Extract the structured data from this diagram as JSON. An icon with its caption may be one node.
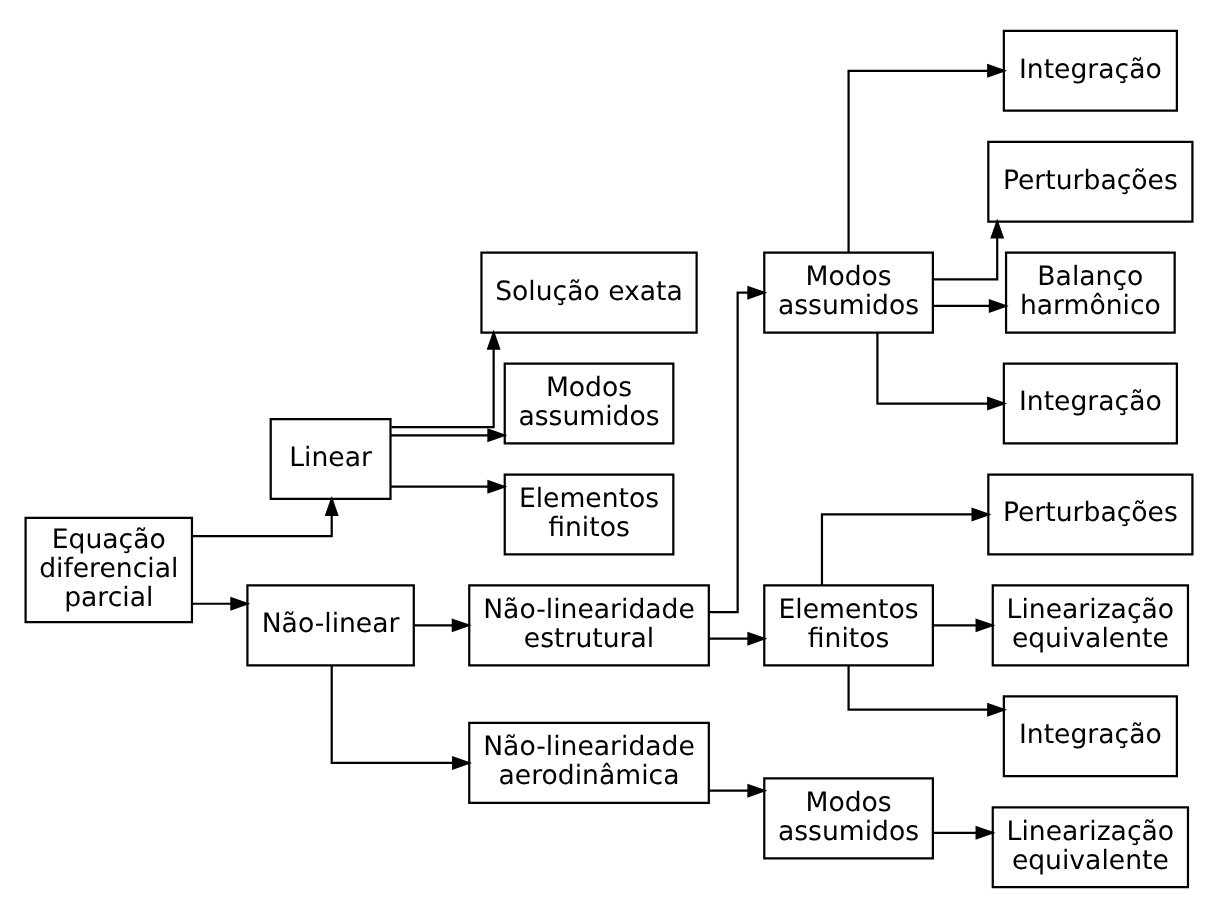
{
  "diagram": {
    "nodes": [
      {
        "text": [
          "Equação diferencial parcial"
        ]
      },
      {
        "text": [
          "Linear"
        ]
      },
      {
        "text": [
          "Não-linear"
        ]
      },
      {
        "text": [
          "Solução exata"
        ]
      },
      {
        "text": [
          "Modos assumidos"
        ]
      },
      {
        "text": [
          "Elementos finitos"
        ]
      },
      {
        "text": [
          "Não-linearidade estrutural"
        ]
      },
      {
        "text": [
          "Não-linearidade aerodinâmica"
        ]
      },
      {
        "text": [
          "Modos assumidos"
        ]
      },
      {
        "text": [
          "Elementos finitos"
        ]
      },
      {
        "text": [
          "Modos assumidos"
        ]
      },
      {
        "text": [
          "Integração"
        ]
      },
      {
        "text": [
          "Perturbações"
        ]
      },
      {
        "text": [
          "Balanço harmônico"
        ]
      },
      {
        "text": [
          "Integração"
        ]
      },
      {
        "text": [
          "Perturbações"
        ]
      },
      {
        "text": [
          "Linearização equivalente"
        ]
      },
      {
        "text": [
          "Integração"
        ]
      },
      {
        "text": [
          "Linearização equivalente"
        ]
      }
    ],
    "edges": [
      {
        "from": 0,
        "to": 1,
        "arrow": "to"
      },
      {
        "from": 0,
        "to": 2,
        "arrow": "to"
      },
      {
        "from": 1,
        "to": 3,
        "arrow": "to"
      },
      {
        "from": 1,
        "to": 4,
        "arrow": "to"
      },
      {
        "from": 1,
        "to": 5,
        "arrow": "to"
      },
      {
        "from": 2,
        "to": 6,
        "arrow": "to"
      },
      {
        "from": 2,
        "to": 7,
        "arrow": "to"
      },
      {
        "from": 6,
        "to": 8,
        "arrow": "to"
      },
      {
        "from": 6,
        "to": 9,
        "arrow": "to"
      },
      {
        "from": 7,
        "to": 10,
        "arrow": "to"
      },
      {
        "from": 8,
        "to": 11,
        "arrow": "to"
      },
      {
        "from": 8,
        "to": 12,
        "arrow": "to"
      },
      {
        "from": 8,
        "to": 13,
        "arrow": "to"
      },
      {
        "from": 8,
        "to": 14,
        "arrow": "to"
      },
      {
        "from": 9,
        "to": 15,
        "arrow": "to"
      },
      {
        "from": 9,
        "to": 16,
        "arrow": "to"
      },
      {
        "from": 9,
        "to": 17,
        "arrow": "to"
      },
      {
        "from": 10,
        "to": 18,
        "arrow": "to"
      }
    ]
  }
}
